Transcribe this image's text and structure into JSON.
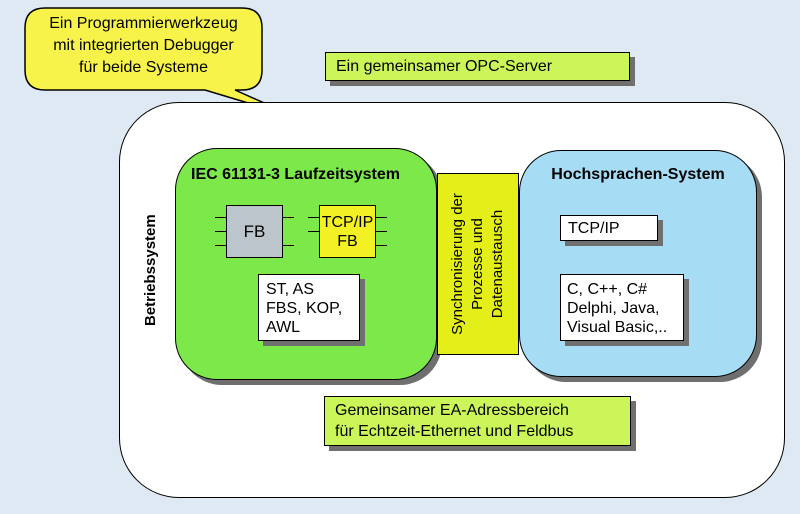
{
  "callout": {
    "lines": [
      "Ein Programmierwerkzeug",
      "mit integrierten Debugger",
      "für beide Systeme"
    ]
  },
  "opc_label": "Ein gemeinsamer OPC-Server",
  "os_label": "Betriebssystem",
  "iec": {
    "title": "IEC 61131-3 Laufzeitsystem",
    "fb_label": "FB",
    "tcpfb_lines": [
      "TCP/IP",
      "FB"
    ],
    "languages": [
      "ST, AS",
      "FBS, KOP,",
      "AWL"
    ]
  },
  "sync_lines": [
    "Synchronisierung der",
    "Prozesse und",
    "Datenaustausch"
  ],
  "hl": {
    "title": "Hochsprachen-System",
    "tcpip": "TCP/IP",
    "languages": [
      "C, C++, C#",
      "Delphi, Java,",
      "Visual Basic,.."
    ]
  },
  "io_lines": [
    "Gemeinsamer EA-Adressbereich",
    "für Echtzeit-Ethernet und Feldbus"
  ],
  "colors": {
    "background": "#dfe9f3",
    "callout": "#f7f34a",
    "iec_green": "#7de84a",
    "label_green": "#ccf55a",
    "sync_yellow": "#e4ef1a",
    "hl_blue": "#a6dcf4",
    "fb_gray": "#bcc5cb"
  }
}
